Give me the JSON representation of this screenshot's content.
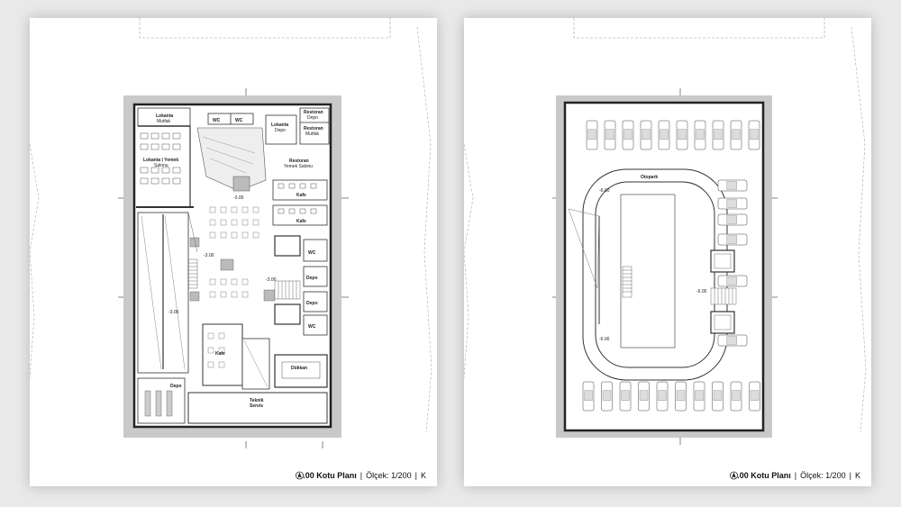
{
  "plans": [
    {
      "title": "-3.00 Kotu Planı",
      "scale": "Ölçek: 1/200",
      "north": "K",
      "rooms": {
        "lokanta_mutfak": [
          "Lokanta",
          "Mutfak"
        ],
        "wc1": "WC",
        "wc2": "WC",
        "lokanta_depo": [
          "Lokanta",
          "Depo"
        ],
        "restoran_depo": [
          "Restoran",
          "Depo"
        ],
        "restoran_mutfak": [
          "Restoran",
          "Mutfak"
        ],
        "lokanta_salon": [
          "Lokanta | Yemek",
          "Salonu"
        ],
        "restoran_salon": [
          "Restoran",
          "Yemek Salonu"
        ],
        "kafe1": "Kafe",
        "kafe2": "Kafe",
        "wc3": "WC",
        "depo1": "Depo",
        "depo2": "Depo",
        "wc4": "WC",
        "kafe3": "Kafe",
        "dukkan": "Dükkan",
        "depo3": "Depo",
        "teknik": [
          "Teknik",
          "Servis"
        ]
      },
      "levels": [
        "-3.00",
        "-3.00",
        "-3.00",
        "-3.00"
      ]
    },
    {
      "title": "-6.00 Kotu Planı",
      "scale": "Ölçek: 1/200",
      "north": "K",
      "rooms": {
        "otopark": "Otopark"
      },
      "levels": [
        "-6.00",
        "-6.00",
        "-6.00"
      ]
    }
  ],
  "icons": [
    "north-arrow-icon",
    "car-icon",
    "table-icon",
    "level-marker-icon"
  ]
}
